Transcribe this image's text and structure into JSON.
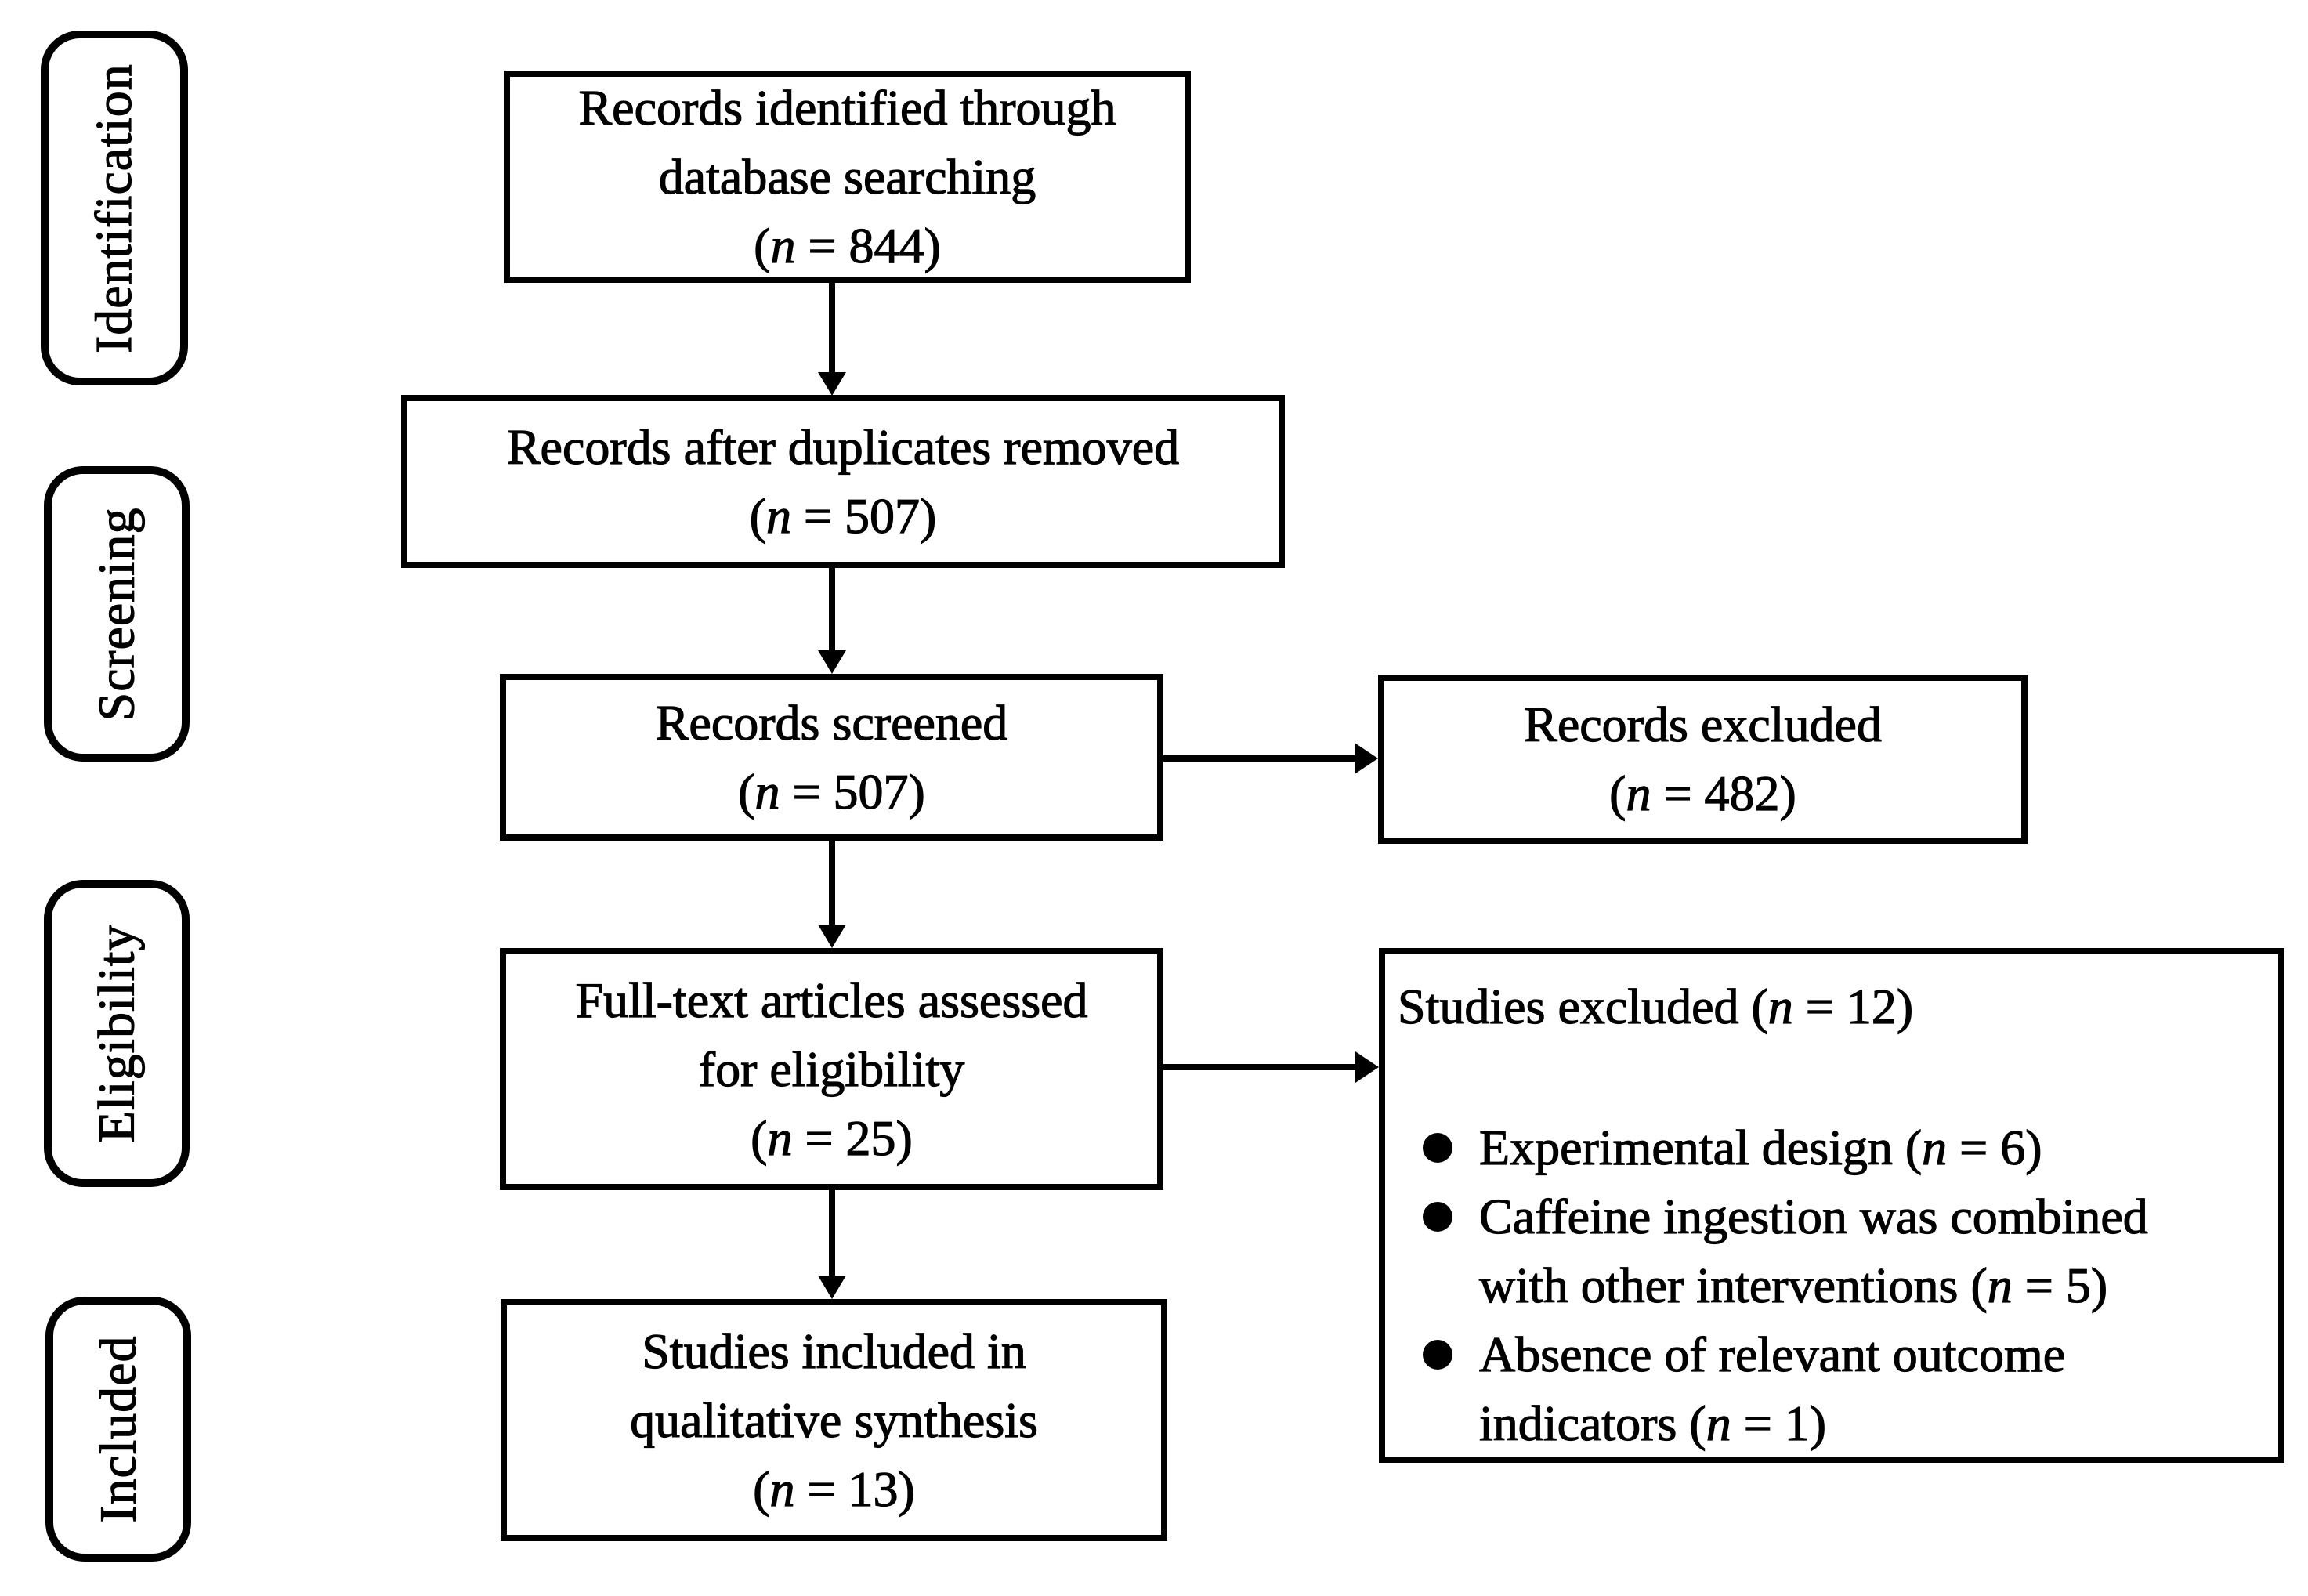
{
  "diagram": {
    "type": "prisma-flow",
    "colors": {
      "ink": "#000000",
      "background": "#ffffff"
    },
    "stages": [
      {
        "label": "Identification"
      },
      {
        "label": "Screening"
      },
      {
        "label": "Eligibility"
      },
      {
        "label": "Included"
      }
    ],
    "boxes": {
      "identified": {
        "lines": [
          "Records identified through",
          "database searching",
          "(n = 844)"
        ]
      },
      "deduplicated": {
        "lines": [
          "Records after duplicates removed",
          "(n = 507)"
        ]
      },
      "screened": {
        "lines": [
          "Records screened",
          "(n = 507)"
        ]
      },
      "records_excluded": {
        "lines": [
          "Records excluded",
          "(n = 482)"
        ]
      },
      "fulltext_assessed": {
        "lines": [
          "Full-text articles assessed",
          "for eligibility",
          "(n = 25)"
        ]
      },
      "studies_excluded": {
        "title": "Studies excluded (n = 12)",
        "bullets": [
          {
            "lines": [
              "Experimental design (n = 6)"
            ]
          },
          {
            "lines": [
              "Caffeine ingestion was combined",
              "with other interventions (n = 5)"
            ]
          },
          {
            "lines": [
              "Absence of relevant outcome",
              "indicators (n = 1)"
            ]
          }
        ]
      },
      "included_qualitative": {
        "lines": [
          "Studies included in",
          "qualitative synthesis",
          "(n = 13)"
        ]
      }
    }
  }
}
